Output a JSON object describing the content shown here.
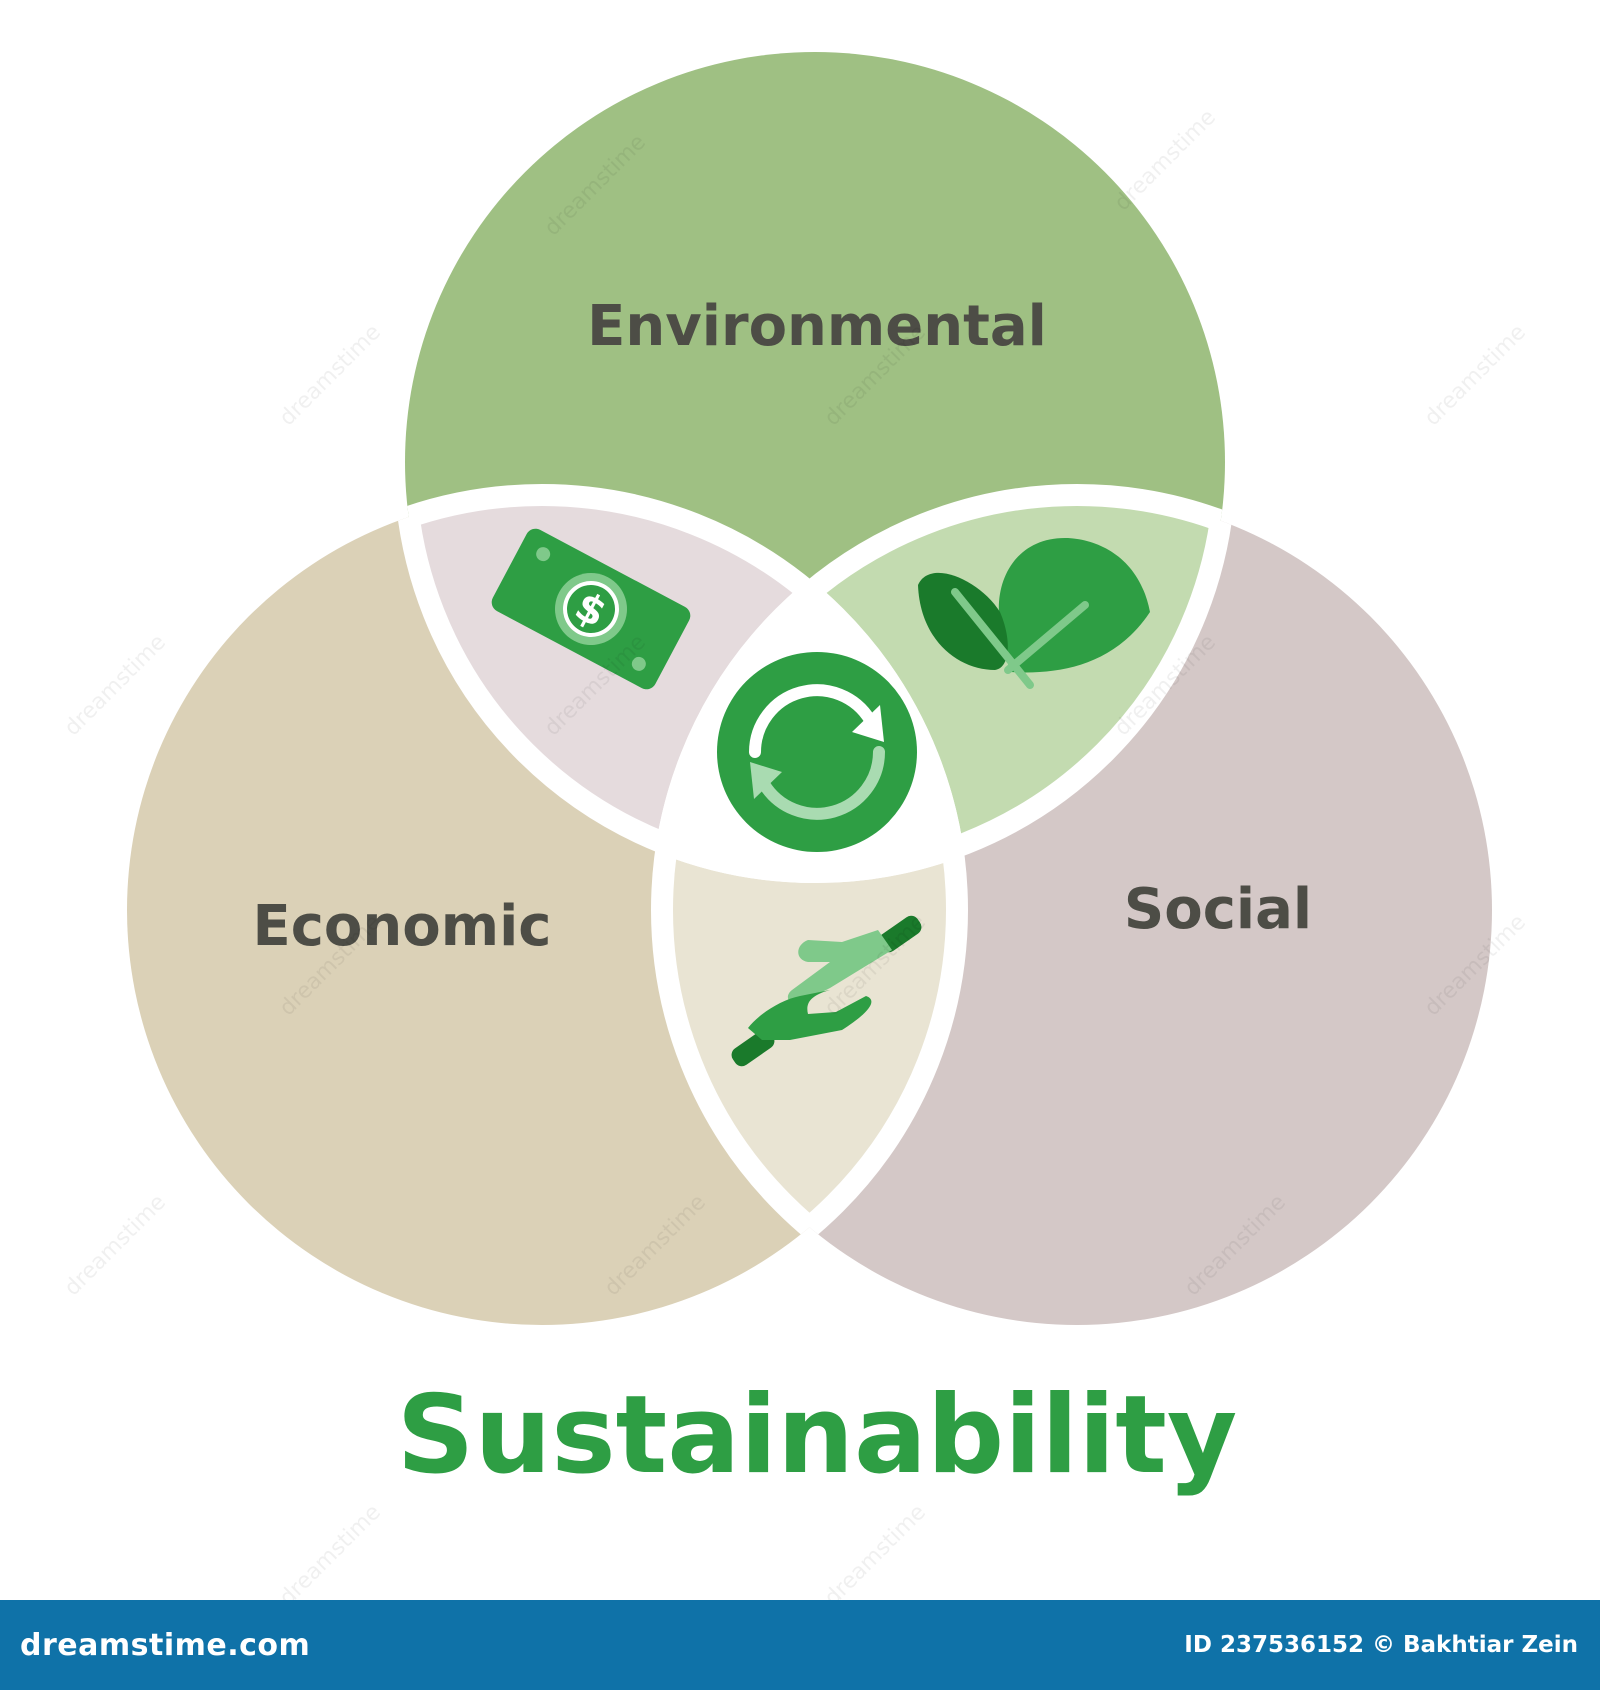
{
  "diagram": {
    "circles": [
      {
        "id": "environmental",
        "label": "Environmental",
        "color": "#9fc083"
      },
      {
        "id": "economic",
        "label": "Economic",
        "color": "#dbd1b7"
      },
      {
        "id": "social",
        "label": "Social",
        "color": "#d4c8c7"
      }
    ],
    "overlaps": [
      {
        "between": [
          "environmental",
          "economic"
        ],
        "color": "#e5dbdd",
        "icon": "dollar-bill-icon"
      },
      {
        "between": [
          "environmental",
          "social"
        ],
        "color": "#c3dbb0",
        "icon": "leaves-icon"
      },
      {
        "between": [
          "economic",
          "social"
        ],
        "color": "#e9e4d3",
        "icon": "hands-icon"
      }
    ],
    "center_icon": "recycle-arrows-icon",
    "icon_color": "#2e9e44",
    "title": "Sustainability"
  },
  "watermark": {
    "text": "dreamstime"
  },
  "footer": {
    "background": "#0f72a8",
    "site": "dreamstime.com",
    "credit": "ID 237536152 © Bakhtiar Zein"
  }
}
